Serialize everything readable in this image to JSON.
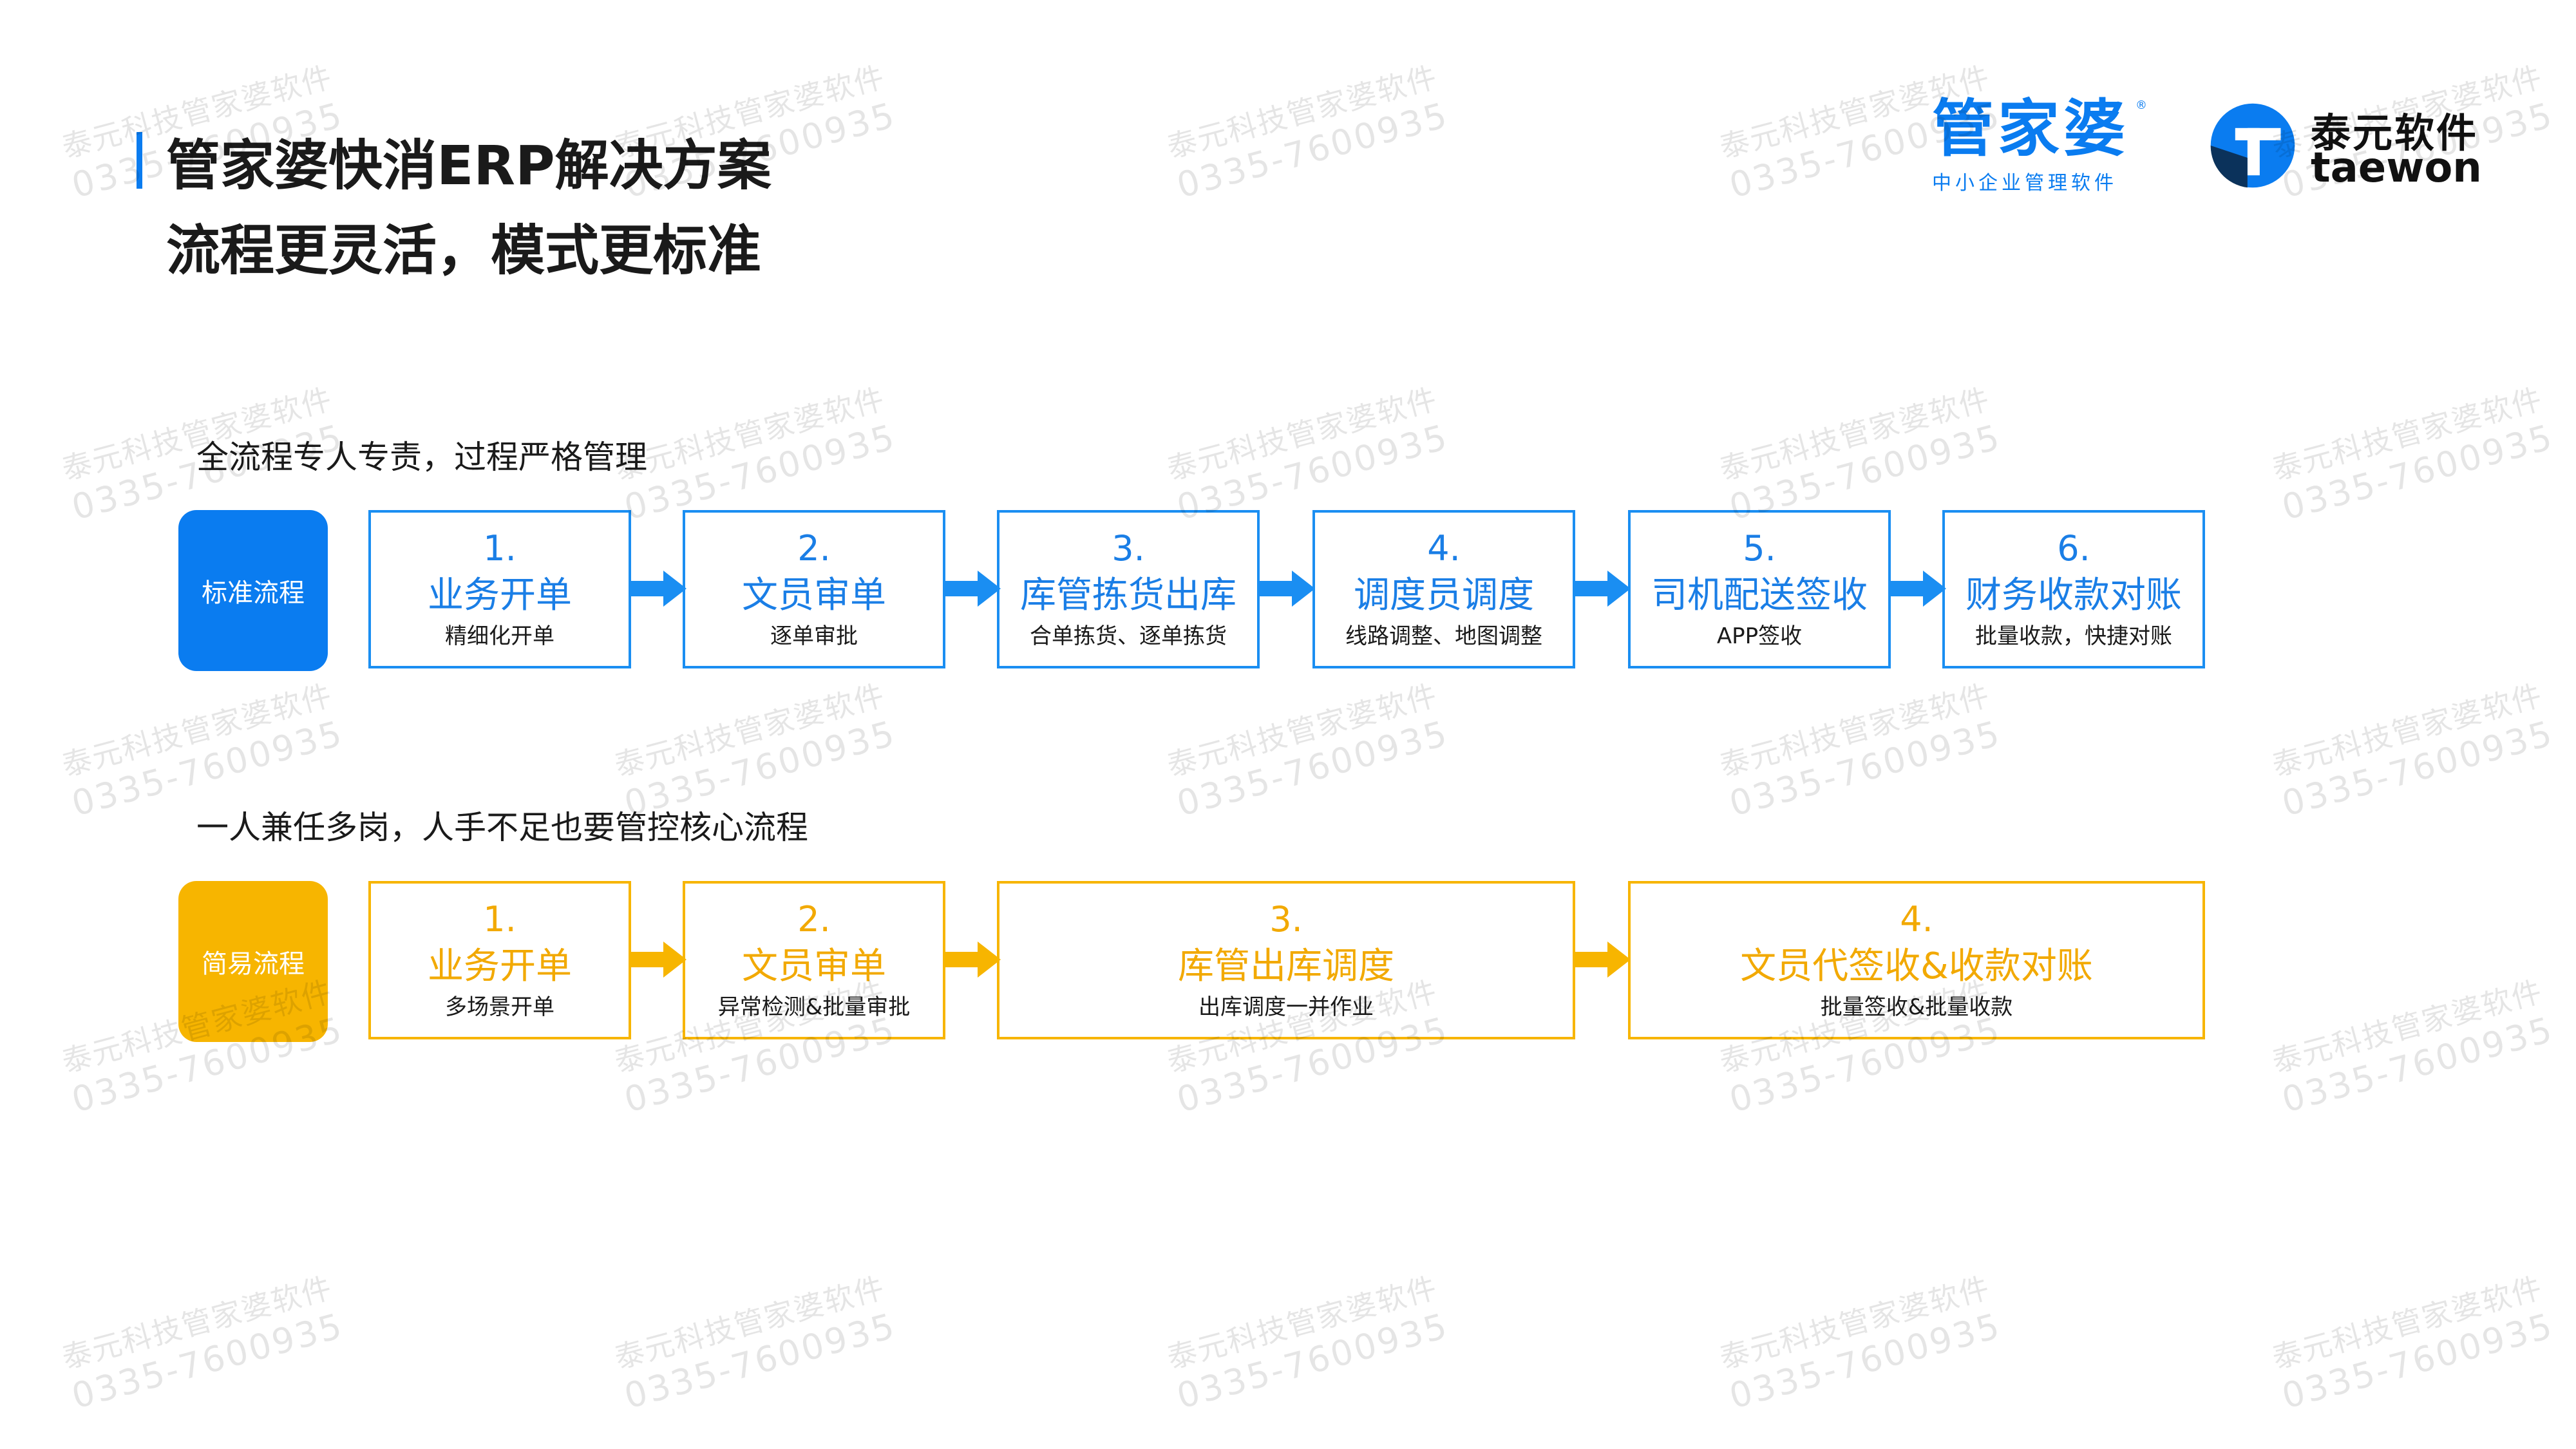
{
  "title": {
    "line1": "管家婆快消ERP解决方案",
    "line2": "流程更灵活，模式更标准"
  },
  "logos": {
    "guanjiapo": {
      "name": "管家婆",
      "registered": "®",
      "subtitle": "中小企业管理软件"
    },
    "taewon": {
      "name_cn": "泰元软件",
      "name_en": "taewon"
    }
  },
  "watermark": {
    "line1": "泰元科技管家婆软件",
    "line2": "0335-7600935"
  },
  "standard": {
    "heading": "全流程专人专责，过程严格管理",
    "badge": "标准流程",
    "steps": [
      {
        "num": "1.",
        "title": "业务开单",
        "sub": "精细化开单"
      },
      {
        "num": "2.",
        "title": "文员审单",
        "sub": "逐单审批"
      },
      {
        "num": "3.",
        "title": "库管拣货出库",
        "sub": "合单拣货、逐单拣货"
      },
      {
        "num": "4.",
        "title": "调度员调度",
        "sub": "线路调整、地图调整"
      },
      {
        "num": "5.",
        "title": "司机配送签收",
        "sub": "APP签收"
      },
      {
        "num": "6.",
        "title": "财务收款对账",
        "sub": "批量收款，快捷对账"
      }
    ]
  },
  "simple": {
    "heading": "一人兼任多岗，人手不足也要管控核心流程",
    "badge": "简易流程",
    "steps": [
      {
        "num": "1.",
        "title": "业务开单",
        "sub": "多场景开单"
      },
      {
        "num": "2.",
        "title": "文员审单",
        "sub": "异常检测&批量审批"
      },
      {
        "num": "3.",
        "title": "库管出库调度",
        "sub": "出库调度一并作业"
      },
      {
        "num": "4.",
        "title": "文员代签收&收款对账",
        "sub": "批量签收&批量收款"
      }
    ]
  },
  "colors": {
    "blue": "#0a7cf0",
    "yellow": "#f7b500"
  }
}
